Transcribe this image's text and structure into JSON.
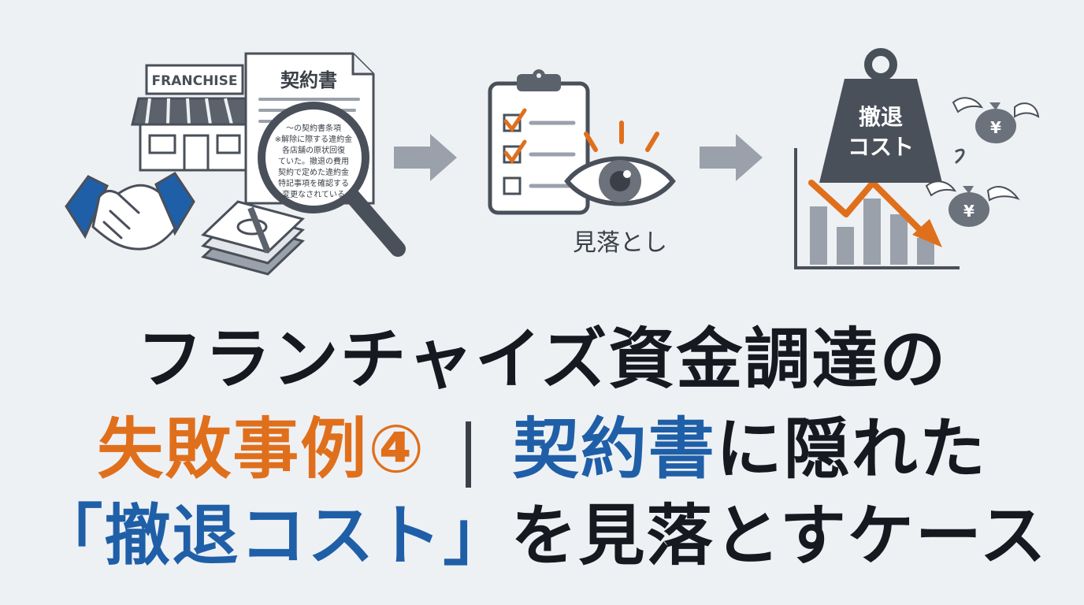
{
  "scene": {
    "storefront_sign": "FRANCHISE",
    "contract_title": "契約書",
    "contract_fine_print": [
      "〜の契約書条項",
      "※解除に際する違約金",
      "各店舗の原状回復",
      "ていた。撤退の費用",
      "契約で定めた違約金",
      "特記事項を確認する",
      "変更なされている"
    ],
    "oversight_label": "見落とし",
    "weight_label_line1": "撤退",
    "weight_label_line2": "コスト",
    "money_bag_symbol": "¥"
  },
  "title": {
    "line1": "フランチャイズ資金調達の",
    "line2_part1": "失敗事例④",
    "line2_separator": "|",
    "line2_part2": "契約書",
    "line2_part3": "に隠れた",
    "line3_part1": "「撤退コスト」",
    "line3_part2": "を見落とすケース"
  },
  "colors": {
    "accent_orange": "#e06f1c",
    "accent_blue": "#1f5fa8",
    "dark_gray": "#4a505a",
    "mid_gray": "#9aa1aa",
    "background": "#eef1f4"
  }
}
